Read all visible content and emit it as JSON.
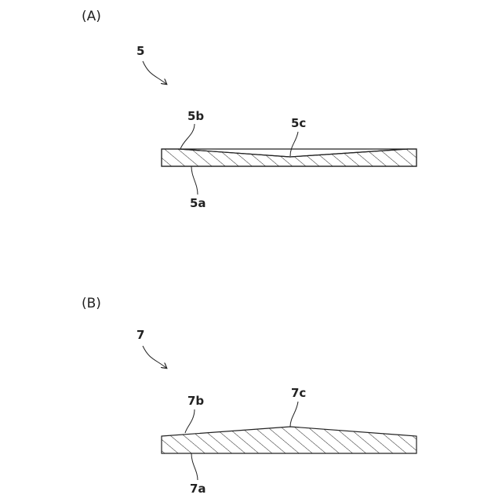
{
  "figure": {
    "panels": [
      {
        "id": "A",
        "panel_label": "(A)",
        "part_label": "5",
        "bottom_face_label": "5a",
        "edge_label": "5b",
        "center_label": "5c",
        "profile": "concave"
      },
      {
        "id": "B",
        "panel_label": "(B)",
        "part_label": "7",
        "bottom_face_label": "7a",
        "edge_label": "7b",
        "center_label": "7c",
        "profile": "convex"
      }
    ],
    "colors": {
      "line": "#222222",
      "background": "#ffffff"
    }
  }
}
